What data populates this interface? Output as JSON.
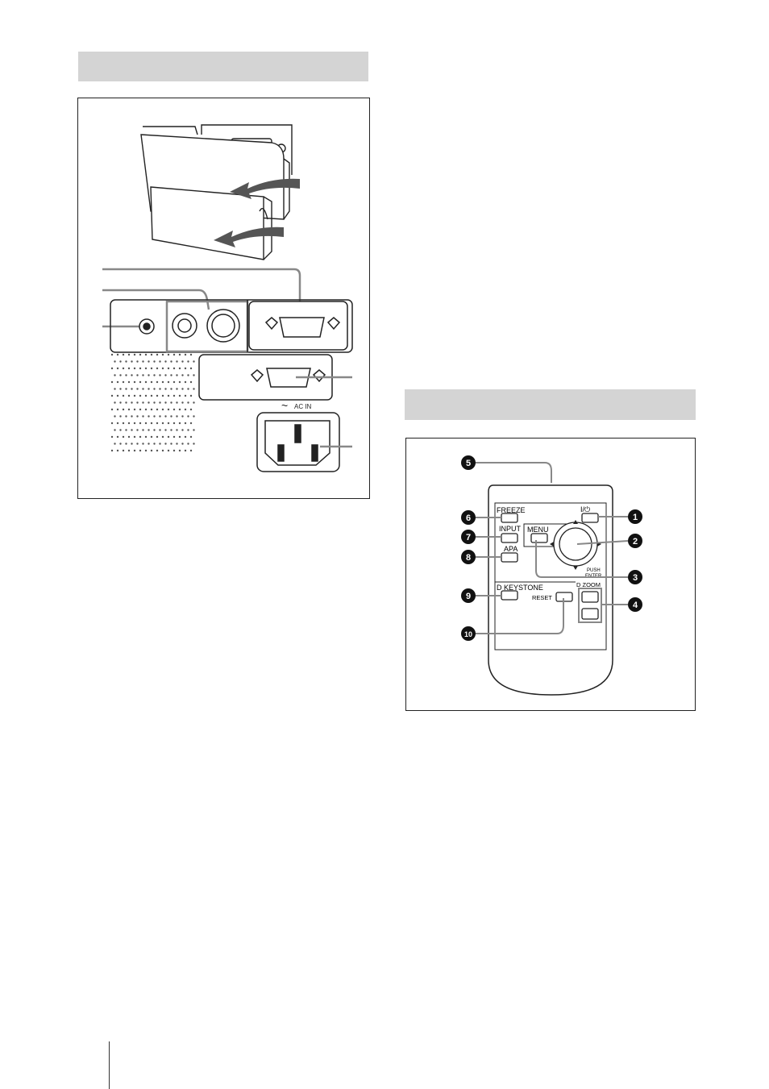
{
  "left_panel": {
    "label_ac_in": "AC IN"
  },
  "remote": {
    "freeze": "FREEZE",
    "input": "INPUT",
    "apa": "APA",
    "menu": "MENU",
    "power": "I/⏻",
    "d_keystone": "D KEYSTONE",
    "reset": "RESET",
    "d_zoom": "D ZOOM",
    "push": "PUSH",
    "enter": "ENTER",
    "callouts": [
      "1",
      "2",
      "3",
      "4",
      "5",
      "6",
      "7",
      "8",
      "9",
      "10"
    ]
  }
}
